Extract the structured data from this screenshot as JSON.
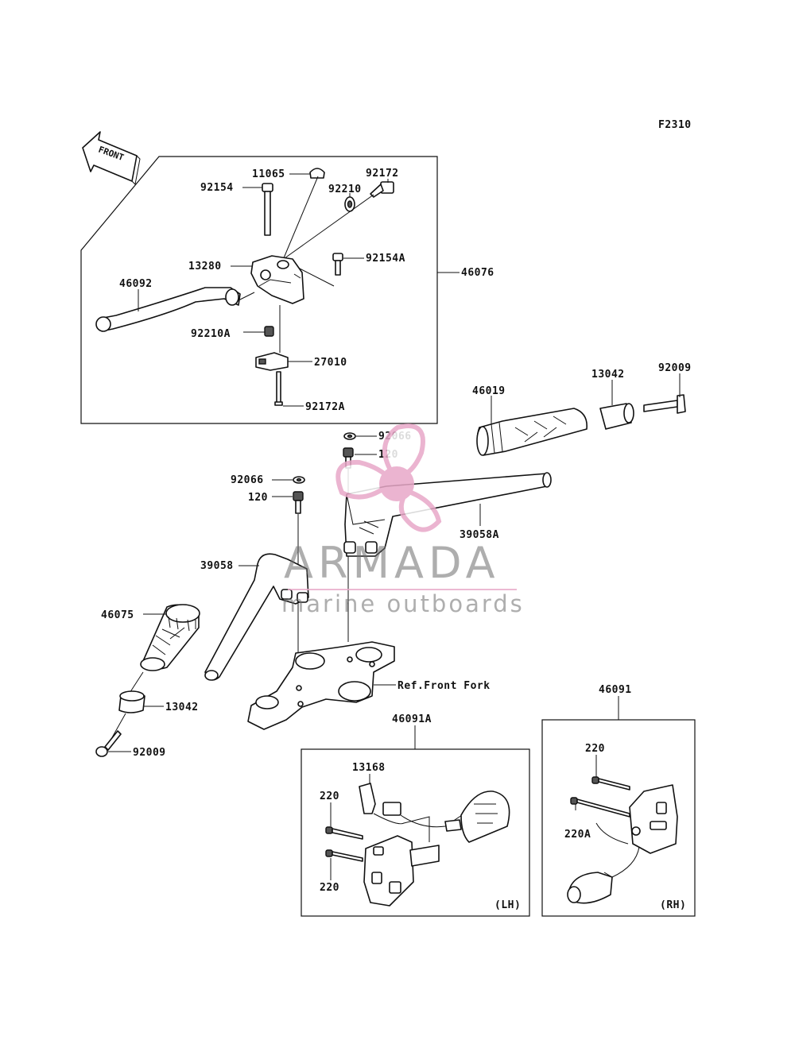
{
  "diagram_code": "F2310",
  "front_label": "FRONT",
  "parts": {
    "p11065": "11065",
    "p92172": "92172",
    "p92210": "92210",
    "p92154": "92154",
    "p92154A": "92154A",
    "p13280": "13280",
    "p46076": "46076",
    "p46092": "46092",
    "p92210A": "92210A",
    "p27010": "27010",
    "p92172A": "92172A",
    "p46019": "46019",
    "p13042_r": "13042",
    "p92009_r": "92009",
    "p92066_r": "92066",
    "p120_r": "120",
    "p92066_l": "92066",
    "p120_l": "120",
    "p39058A": "39058A",
    "p39058": "39058",
    "p46075": "46075",
    "p13042_l": "13042",
    "p92009_l": "92009",
    "ref_front_fork": "Ref.Front Fork",
    "p46091A": "46091A",
    "p46091": "46091",
    "p13168": "13168",
    "p220_lh_a": "220",
    "p220_lh_b": "220",
    "p220_rh": "220",
    "p220A": "220A",
    "lh": "(LH)",
    "rh": "(RH)"
  },
  "watermark": {
    "brand": "ARMADA",
    "tagline": "marine outboards",
    "pink": "#e8a8c8",
    "pink_dark": "#d9779f",
    "gray": "#6d6d6d"
  }
}
